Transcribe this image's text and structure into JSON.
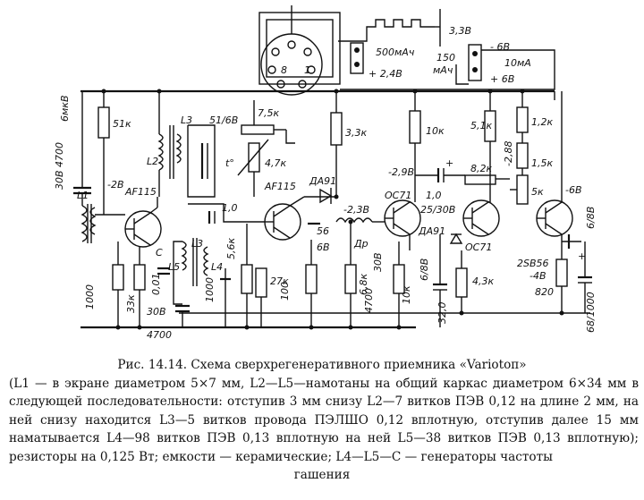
{
  "labels": {
    "v33": "3,3В",
    "ma500": "500мАч",
    "v24": "+ 2,4В",
    "mah150": "150",
    "mah150u": "мАч",
    "neg6": "- 6В",
    "ma10": "10мА",
    "pos6": "+ 6В",
    "c6": "6мкВ",
    "c4700a": "30В 4700",
    "l1": "L1",
    "r51": "51к",
    "l2": "L2",
    "l3a": "L3",
    "c51": "51/6В",
    "r75": "7,5к",
    "r47": "4,7к",
    "t": "t°",
    "r33": "3,3к",
    "r10": "10к",
    "r51b": "5,1к",
    "r12": "1,2к",
    "v2": "-2В",
    "af115a": "AF115",
    "af115b": "AF115",
    "da91a": "ДА91",
    "v29": "-2,9В",
    "r82": "8,2к",
    "v28": "-2,88",
    "r15": "1,5к",
    "r5": "5к",
    "v6": "-6В",
    "c10": "1,0",
    "c10b": "1,0",
    "c25": "25/30В",
    "oc71a": "ОС71",
    "oc71b": "ОС71",
    "v23": "-2,3В",
    "dr": "Др",
    "da91b": "ДА91",
    "c688": "6/8В",
    "c6b": "6/8В",
    "c56": "56",
    "c6v": "6В",
    "cc": "С",
    "l3b": "L3",
    "l5": "L5",
    "l4": "L4",
    "r56": "5,6к",
    "r27": "27к",
    "r100": "100",
    "r68": "6,8к",
    "c30": "30В",
    "c4700b": "4700",
    "r43": "4,3к",
    "sb56": "2SB56",
    "v4": "-4В",
    "r820": "820",
    "c1000a": "1000",
    "r33k": "33к",
    "c001": "0,01",
    "c30b": "30В",
    "c4700c": "4700",
    "c1000b": "1000",
    "r10k": "10к",
    "c320": "32,0",
    "c6810": "68/1000",
    "pin8": "8",
    "pin1": "1",
    "plus": "+"
  },
  "caption": {
    "title": "Рис. 14.14. Схема сверхрегенеративного приемника «Variotoп»",
    "body": "(L1 — в экране диаметром 5×7 мм, L2—L5—намотаны на общий каркас диаметром 6×34 мм в следующей последовательности: отступив 3 мм снизу L2—7 витков ПЭВ 0,12 на длине 2 мм, на ней снизу находится L3—5 витков провода ПЭЛШО 0,12 вплотную, отступив далее 15 мм наматывается L4—98 витков ПЭВ 0,13 вплотную на ней L5—38 витков ПЭВ 0,13 вплотную); резисторы на 0,125 Вт; емкости — керамические; L4—L5—С — генераторы частоты",
    "last": "гашения"
  }
}
